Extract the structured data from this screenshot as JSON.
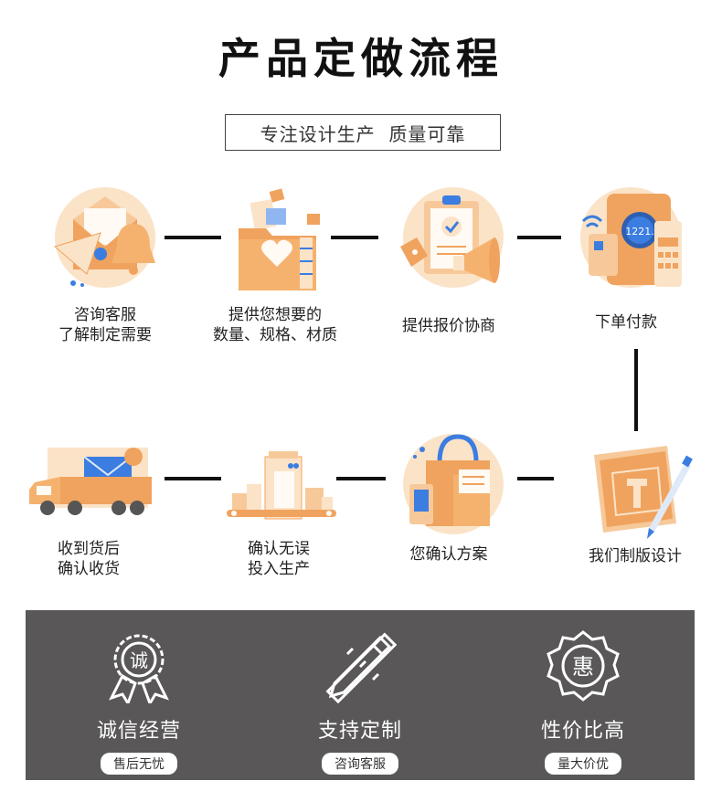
{
  "title": "产品定做流程",
  "subtitle": "专注设计生产  质量可靠",
  "steps": [
    {
      "line1": "咨询客服",
      "line2": "了解制定需要"
    },
    {
      "line1": "提供您想要的",
      "line2": "数量、规格、材质"
    },
    {
      "line1": "提供报价协商",
      "line2": ""
    },
    {
      "line1": "下单付款",
      "line2": ""
    },
    {
      "line1": "我们制版设计",
      "line2": ""
    },
    {
      "line1": "您确认方案",
      "line2": ""
    },
    {
      "line1": "确认无误",
      "line2": "投入生产"
    },
    {
      "line1": "收到货后",
      "line2": "确认收货"
    }
  ],
  "icon_texts": {
    "pos_screen": "1221."
  },
  "features": [
    {
      "name": "诚信经营",
      "badge": "售后无忧",
      "icon": "honesty-medal-icon",
      "glyph": "诚"
    },
    {
      "name": "支持定制",
      "badge": "咨询客服",
      "icon": "pencil-ruler-icon",
      "glyph": ""
    },
    {
      "name": "性价比高",
      "badge": "量大价优",
      "icon": "discount-seal-icon",
      "glyph": "惠"
    }
  ],
  "colors": {
    "accent_orange": "#f0a35e",
    "light_orange": "#f7c99a",
    "pale_orange": "#fbe3c8",
    "blue": "#3b7de0",
    "panel_gray": "#595757"
  }
}
